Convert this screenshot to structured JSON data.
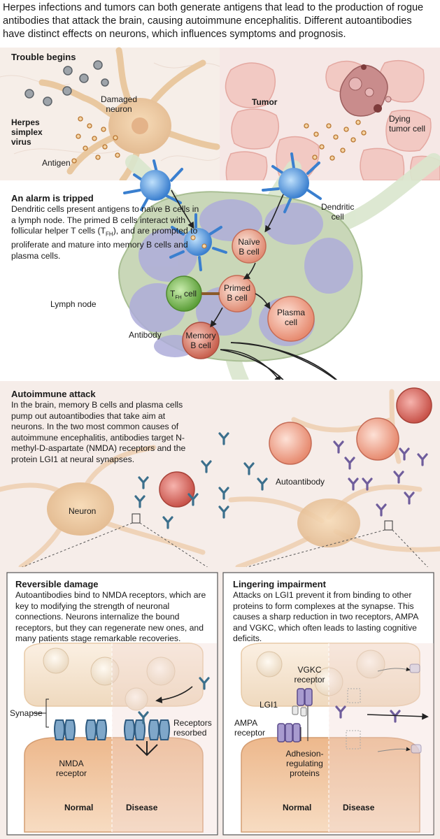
{
  "intro": "Herpes infections and tumors can both generate antigens that lead to the production of rogue antibodies that attack the brain, causing autoimmune encephalitis. Different autoantibodies have distinct effects on neurons, which influences symptoms and prognosis.",
  "panel1": {
    "title": "Trouble begins",
    "damaged_neuron": "Damaged\nneuron",
    "herpes": "Herpes\nsimplex\nvirus",
    "antigen": "Antigen",
    "tumor": "Tumor",
    "dying_tumor_cell": "Dying\ntumor cell"
  },
  "panel2": {
    "title": "An alarm is tripped",
    "body_1": "Dendritic cells present antigens to naïve B cells in a lymph node. The primed B cells interact with follicular helper T cells (T",
    "body_sub": "FH",
    "body_2": "), and are prompted to proliferate and mature into memory B cells and plasma cells.",
    "dendritic_cell": "Dendritic\ncell",
    "naive_b_cell": "Naïve\nB cell",
    "primed_b_cell": "Primed\nB cell",
    "tfh_cell_T": "T",
    "tfh_cell_sub": "FH",
    "tfh_cell_rest": " cell",
    "plasma_cell": "Plasma\ncell",
    "memory_b_cell": "Memory\nB cell",
    "antibody": "Antibody",
    "lymph_node": "Lymph node"
  },
  "panel3": {
    "title": "Autoimmune attack",
    "body": "In the brain, memory B cells and plasma cells pump out autoantibodies that take aim at neurons. In the two most common causes of autoimmune encephalitis, antibodies target N-methyl-D-aspartate (NMDA) receptors and the protein LGI1 at neural synapses.",
    "neuron": "Neuron",
    "autoantibody": "Autoantibody"
  },
  "panel4": {
    "title": "Reversible damage",
    "body": "Autoantibodies bind to NMDA receptors, which are key to modifying the strength of neuronal connections. Neurons internalize the bound receptors, but they can regenerate new ones, and many patients stage remarkable recoveries.",
    "synapse": "Synapse",
    "nmda_receptor": "NMDA\nreceptor",
    "receptors_resorbed": "Receptors\nresorbed",
    "normal": "Normal",
    "disease": "Disease"
  },
  "panel5": {
    "title": "Lingering impairment",
    "body": "Attacks on LGI1 prevent it from binding to other proteins to form complexes at the synapse. This causes a sharp reduction in two receptors, AMPA and VGKC, which often leads to lasting cognitive deficits.",
    "vgkc_receptor": "VGKC\nreceptor",
    "lgi1": "LGI1",
    "ampa_receptor": "AMPA\nreceptor",
    "adhesion_proteins": "Adhesion-\nregulating\nproteins",
    "normal": "Normal",
    "disease": "Disease"
  },
  "colors": {
    "neuron_tan": "#e9c8a0",
    "tissue_bg": "#f3e9e2",
    "lymph_node": "#c9d7b8",
    "follicle": "#a9a8d8",
    "dendritic_blue": "#4a90d9",
    "b_cell": "#e8a592",
    "memory_cell": "#d97a6d",
    "tfh_green": "#6fb04c",
    "antibody_teal": "#3b6f8c",
    "receptor_purple": "#7b6aa8"
  }
}
